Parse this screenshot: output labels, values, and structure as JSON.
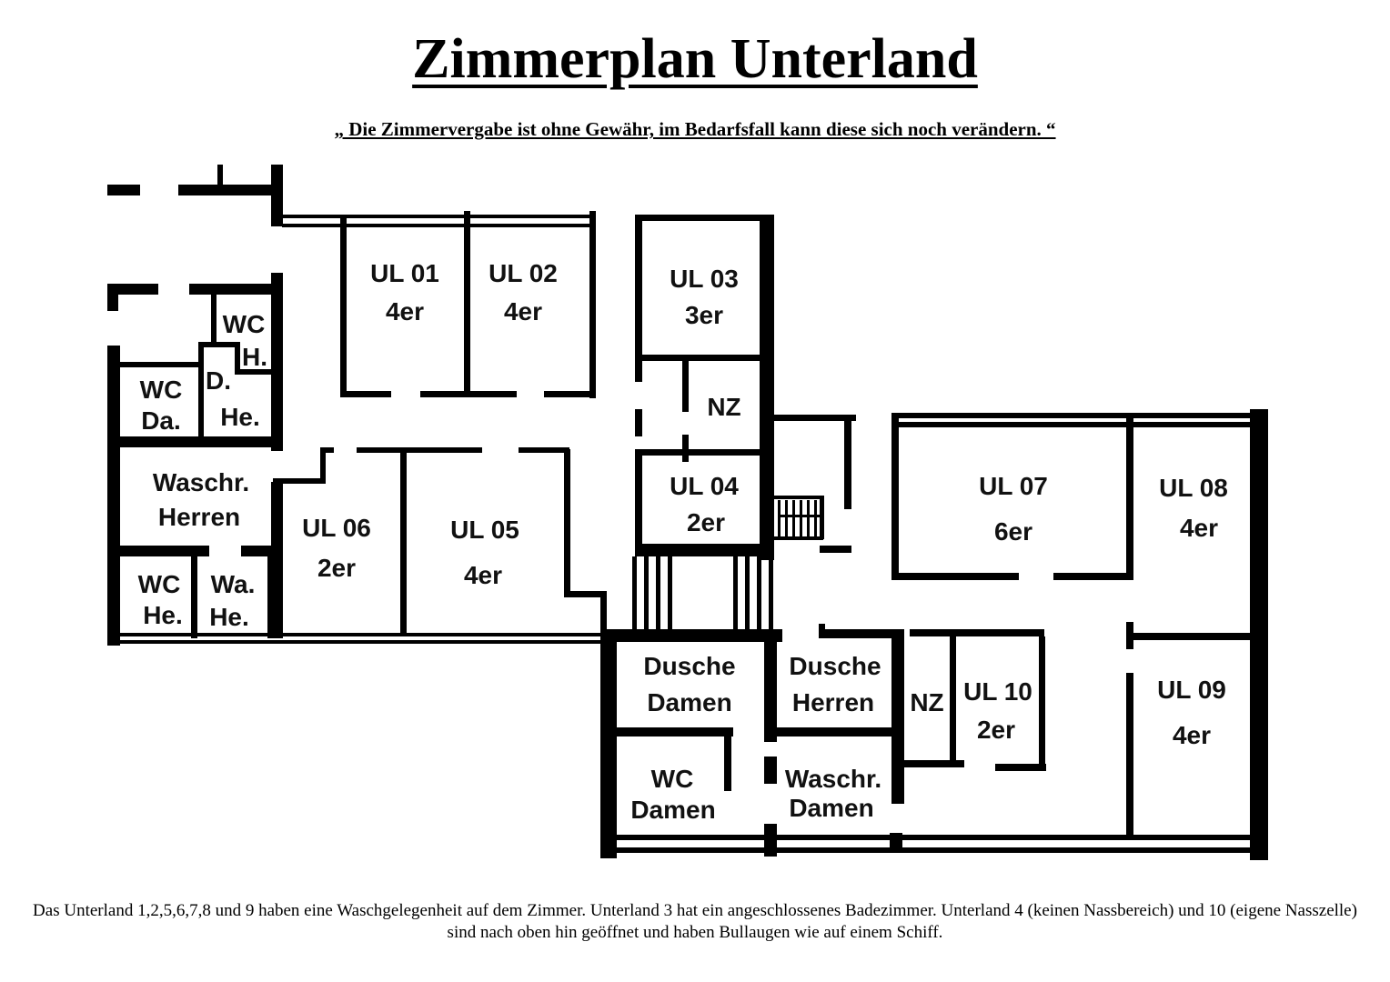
{
  "title": "Zimmerplan Unterland",
  "subtitle": "„ Die Zimmervergabe ist ohne Gewähr, im Bedarfsfall kann diese sich noch verändern. “",
  "rooms": {
    "ul01": {
      "name": "UL 01",
      "beds": "4er"
    },
    "ul02": {
      "name": "UL 02",
      "beds": "4er"
    },
    "ul03": {
      "name": "UL 03",
      "beds": "3er"
    },
    "ul04": {
      "name": "UL 04",
      "beds": "2er"
    },
    "ul05": {
      "name": "UL 05",
      "beds": "4er"
    },
    "ul06": {
      "name": "UL 06",
      "beds": "2er"
    },
    "ul07": {
      "name": "UL 07",
      "beds": "6er"
    },
    "ul08": {
      "name": "UL 08",
      "beds": "4er"
    },
    "ul09": {
      "name": "UL 09",
      "beds": "4er"
    },
    "ul10": {
      "name": "UL 10",
      "beds": "2er"
    }
  },
  "facilities": {
    "wc_h_1": "WC",
    "wc_h_2": "H.",
    "wc_da_1": "WC",
    "wc_da_2": "Da.",
    "d_he_1": "D.",
    "d_he_2": "He.",
    "waschr_herren_1": "Waschr.",
    "waschr_herren_2": "Herren",
    "wc_he_1": "WC",
    "wc_he_2": "He.",
    "wa_he_1": "Wa.",
    "wa_he_2": "He.",
    "nz_upper": "NZ",
    "nz_lower": "NZ",
    "dusche_damen_1": "Dusche",
    "dusche_damen_2": "Damen",
    "dusche_herren_1": "Dusche",
    "dusche_herren_2": "Herren",
    "wc_damen_1": "WC",
    "wc_damen_2": "Damen",
    "waschr_damen_1": "Waschr.",
    "waschr_damen_2": "Damen"
  },
  "footer": "Das Unterland 1,2,5,6,7,8 und 9 haben eine Waschgelegenheit auf dem Zimmer. Unterland 3 hat ein angeschlossenes Badezimmer. Unterland 4 (keinen Nassbereich) und 10 (eigene Nasszelle) sind nach oben hin geöffnet und haben Bullaugen wie auf einem Schiff."
}
